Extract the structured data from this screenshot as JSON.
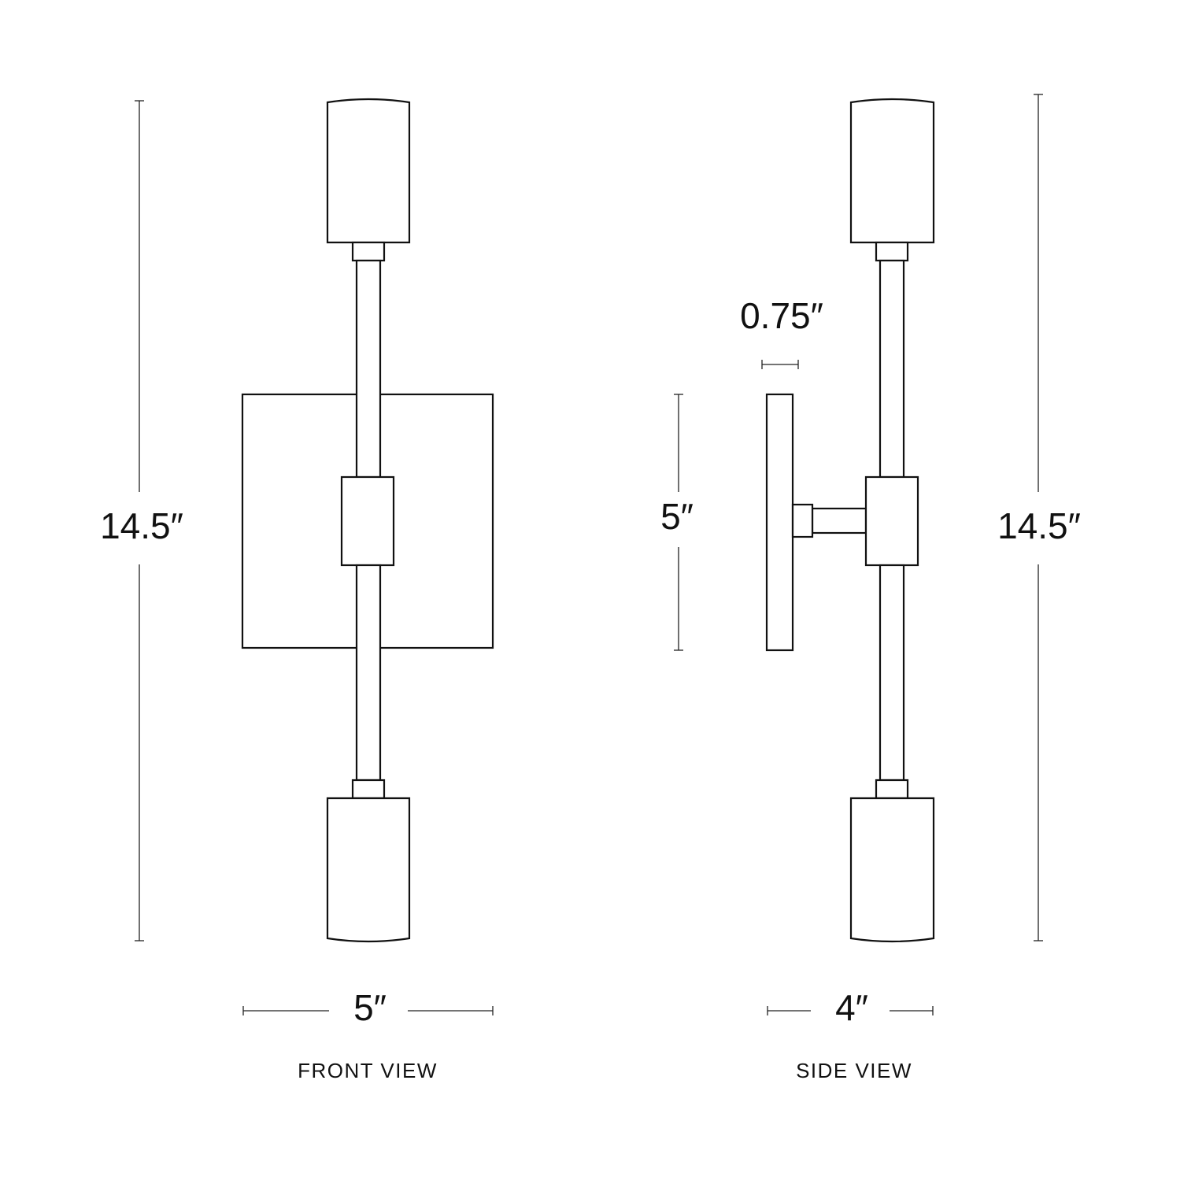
{
  "front_view": {
    "label": "FRONT VIEW",
    "height_dim": "14.5″",
    "width_dim": "5″"
  },
  "side_view": {
    "label": "SIDE VIEW",
    "height_dim": "14.5″",
    "depth_dim": "4″",
    "backplate_height_dim": "5″",
    "backplate_depth_dim": "0.75″"
  }
}
